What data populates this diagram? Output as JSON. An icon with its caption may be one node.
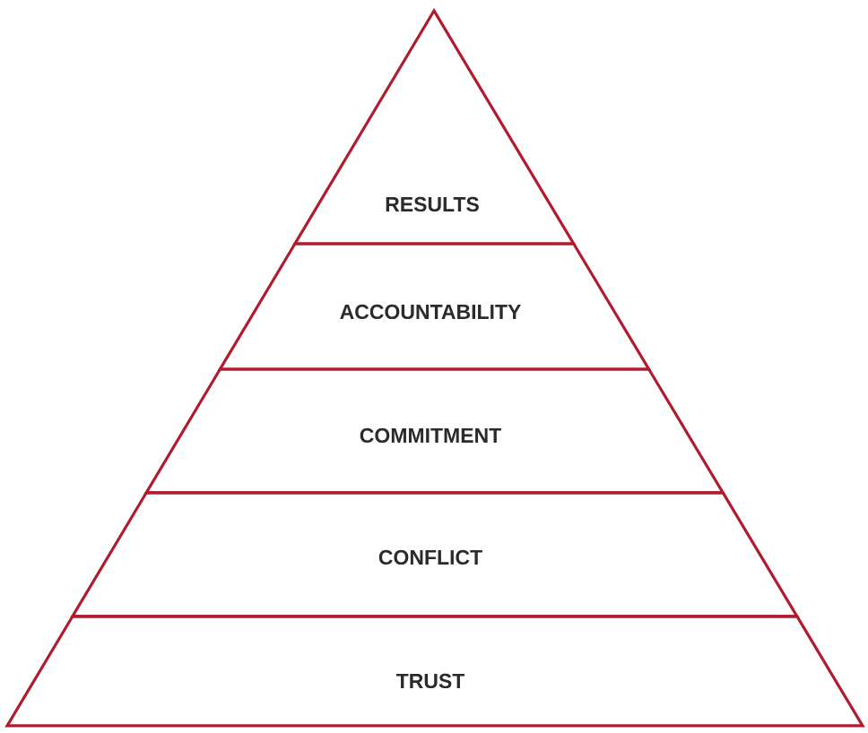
{
  "diagram": {
    "nodes": [
      {
        "text": [
          "RESULTS"
        ]
      },
      {
        "text": [
          "ACCOUNTABILITY"
        ]
      },
      {
        "text": [
          "COMMITMENT"
        ]
      },
      {
        "text": [
          "CONFLICT"
        ]
      },
      {
        "text": [
          "TRUST"
        ]
      }
    ]
  }
}
